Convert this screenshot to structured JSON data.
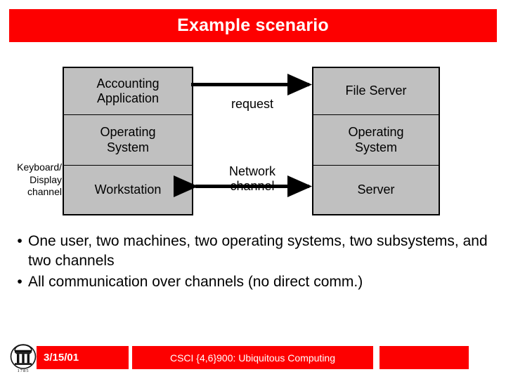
{
  "slide": {
    "title": "Example scenario"
  },
  "diagram": {
    "workstation_stack": {
      "name": "Workstation machine",
      "cells": [
        {
          "label": "Accounting\nApplication"
        },
        {
          "label": "Operating\nSystem"
        },
        {
          "label": "Workstation"
        }
      ]
    },
    "server_stack": {
      "name": "Server machine",
      "cells": [
        {
          "label": "File Server"
        },
        {
          "label": "Operating\nSystem"
        },
        {
          "label": "Server"
        }
      ]
    },
    "labels": {
      "keyboard_display_channel": "Keyboard/\nDisplay\nchannel",
      "request": "request",
      "network_channel": "Network\nchannel"
    },
    "arrows": [
      {
        "name": "request-arrow",
        "direction": "right",
        "from": "workstation-application",
        "to": "file-server"
      },
      {
        "name": "network-channel-arrow",
        "direction": "both",
        "from": "workstation",
        "to": "server"
      }
    ],
    "colors": {
      "box_fill": "#c0c0c0",
      "box_border": "#000000",
      "arrow": "#000000"
    }
  },
  "bullets": [
    {
      "marker": "•",
      "text": "One user, two machines, two operating systems, two subsystems, and two channels"
    },
    {
      "marker": "•",
      "text": "All communication over channels (no direct comm.)"
    }
  ],
  "footer": {
    "logo_year": "1785",
    "date": "3/15/01",
    "course": "CSCI {4,6}900: Ubiquitous Computing",
    "blank": ""
  },
  "colors": {
    "banner_red": "#fd0000",
    "banner_text": "#ffffff"
  }
}
